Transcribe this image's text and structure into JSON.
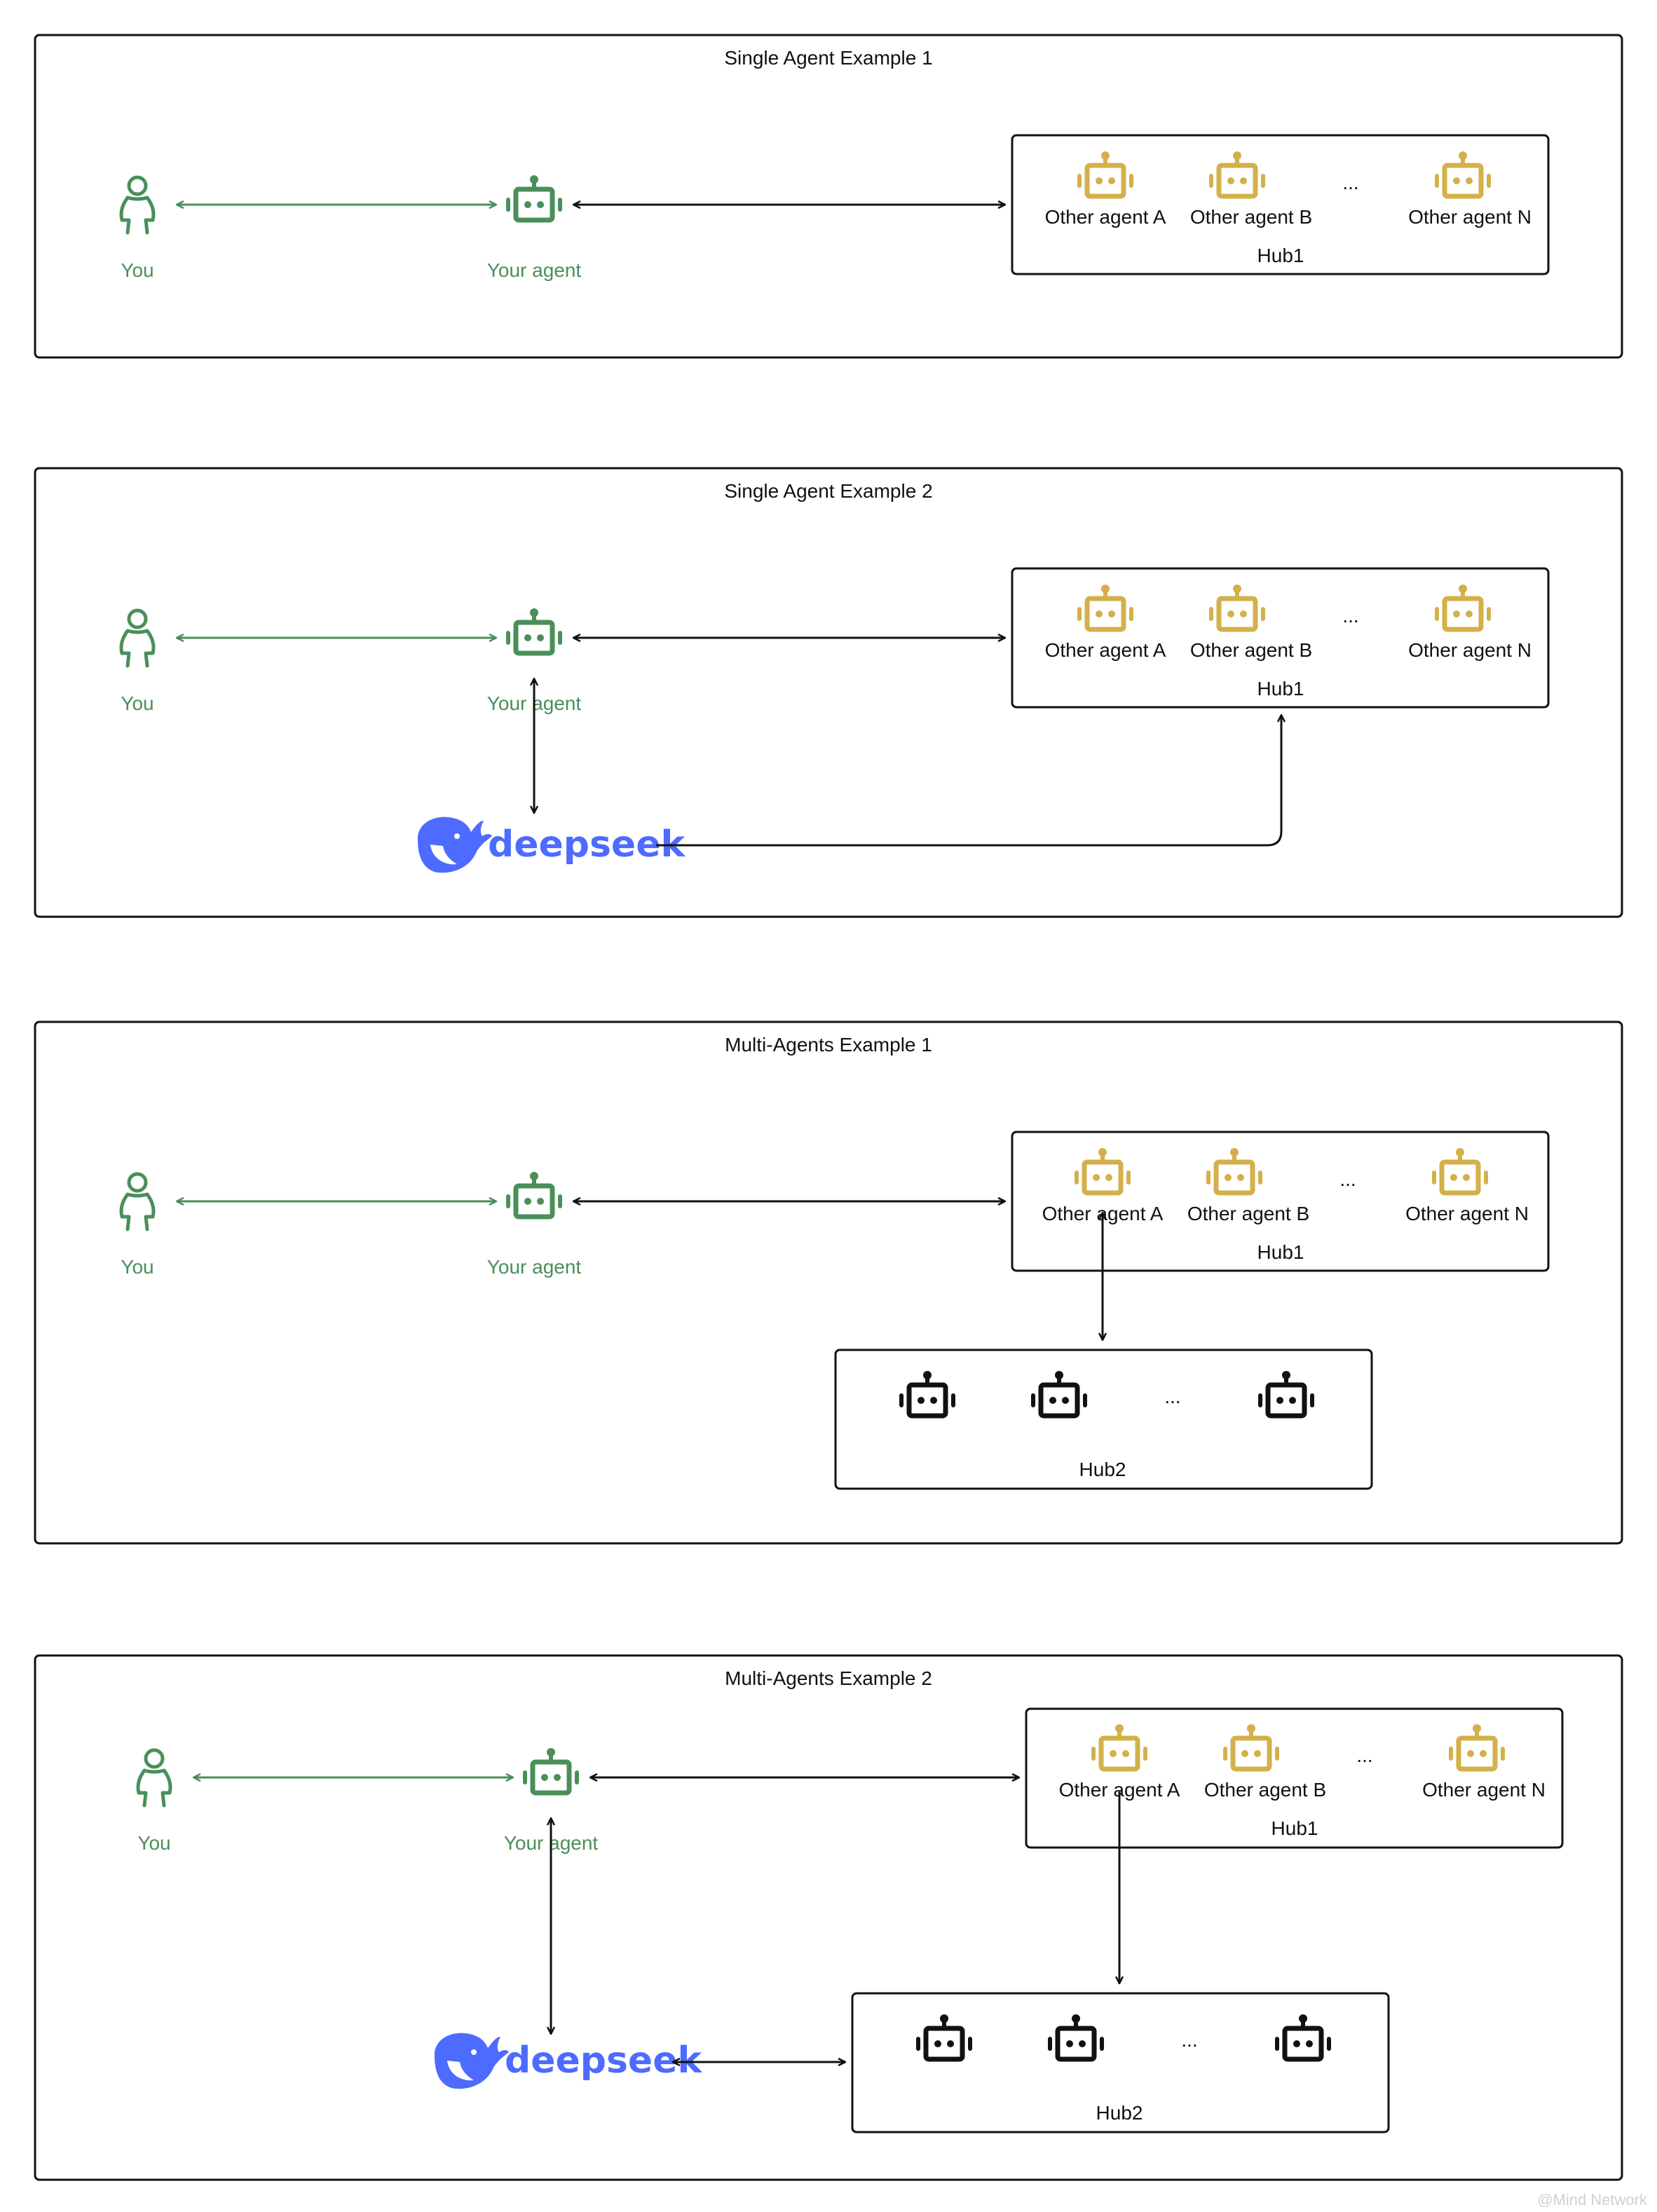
{
  "colors": {
    "green": "#4a8f5a",
    "gold": "#d4b04a",
    "black": "#111111",
    "deepseek_blue": "#4d6bfe"
  },
  "labels": {
    "you": "You",
    "your_agent": "Your agent",
    "other_a": "Other agent A",
    "other_b": "Other agent B",
    "other_n": "Other agent N",
    "ellipsis": "...",
    "hub1": "Hub1",
    "hub2": "Hub2",
    "deepseek": "deepseek"
  },
  "panels": [
    {
      "title": "Single Agent Example 1"
    },
    {
      "title": "Single Agent Example 2"
    },
    {
      "title": "Multi-Agents Example 1"
    },
    {
      "title": "Multi-Agents Example 2"
    }
  ],
  "icons": {
    "person": "person-icon",
    "robot": "robot-icon",
    "deepseek": "deepseek-whale-icon"
  },
  "watermark": "@Mind Network"
}
